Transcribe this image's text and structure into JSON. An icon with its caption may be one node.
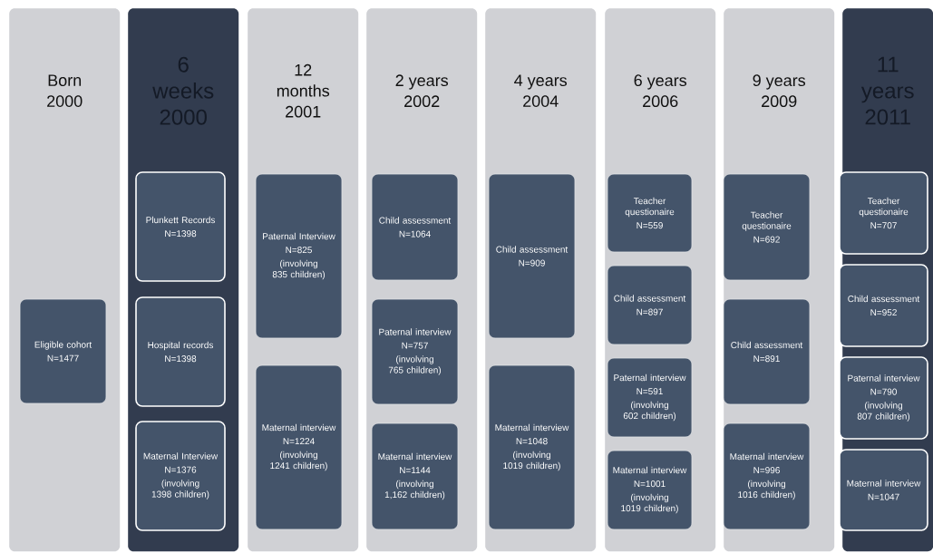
{
  "diagram": {
    "nodes": [
      {
        "text": [
          "Born 2000"
        ]
      },
      {
        "text": [
          "Eligible cohort",
          "N=1477"
        ],
        "in": 0
      },
      {
        "text": [
          "6 weeks 2000"
        ]
      },
      {
        "text": [
          "Plunkett Records",
          "N=1398"
        ],
        "in": 2
      },
      {
        "text": [
          "Hospital records",
          "N=1398"
        ],
        "in": 2
      },
      {
        "text": [
          "Maternal Interview",
          "N=1376",
          "(involving 1398 children)"
        ],
        "in": 2
      },
      {
        "text": [
          "12 months 2001"
        ]
      },
      {
        "text": [
          "Paternal Interview",
          "N=825",
          "(involving 835 children)"
        ],
        "in": 6
      },
      {
        "text": [
          "Maternal interview",
          "N=1224",
          "(involving 1241 children)"
        ],
        "in": 6
      },
      {
        "text": [
          "2 years 2002"
        ]
      },
      {
        "text": [
          "Child assessment",
          "N=1064"
        ],
        "in": 9
      },
      {
        "text": [
          "Paternal interview",
          "N=757",
          "(involving 765 children)"
        ],
        "in": 9
      },
      {
        "text": [
          "Maternal interview",
          "N=1144",
          "(involving 1,162 children)"
        ],
        "in": 9
      },
      {
        "text": [
          "4 years 2004"
        ]
      },
      {
        "text": [
          "Child assessment",
          "N=909"
        ],
        "in": 13
      },
      {
        "text": [
          "Maternal interview",
          "N=1048",
          "(involving 1019 children)"
        ],
        "in": 13
      },
      {
        "text": [
          "6 years 2006"
        ]
      },
      {
        "text": [
          "Teacher questionaire",
          "N=559"
        ],
        "in": 16
      },
      {
        "text": [
          "Child assessment",
          "N=897"
        ],
        "in": 16
      },
      {
        "text": [
          "Paternal interview",
          "N=591",
          "(involving 602 children)"
        ],
        "in": 16
      },
      {
        "text": [
          "Maternal interview",
          "N=1001",
          "(involving 1019 children)"
        ],
        "in": 16
      },
      {
        "text": [
          "9 years 2009"
        ]
      },
      {
        "text": [
          "Teacher questionaire",
          "N=692"
        ],
        "in": 21
      },
      {
        "text": [
          "Child assessment",
          "N=891"
        ],
        "in": 21
      },
      {
        "text": [
          "Maternal interview",
          "N=996",
          "(involving 1016 children)"
        ],
        "in": 21
      },
      {
        "text": [
          "11 years 2011"
        ]
      },
      {
        "text": [
          "Teacher questionaire",
          "N=707"
        ],
        "in": 25
      },
      {
        "text": [
          "Child assessment",
          "N=952"
        ],
        "in": 25
      },
      {
        "text": [
          "Paternal interview",
          "N=790",
          "(involving 807 children)"
        ],
        "in": 25
      },
      {
        "text": [
          "Maternal interview",
          "N=1047"
        ],
        "in": 25
      }
    ]
  }
}
